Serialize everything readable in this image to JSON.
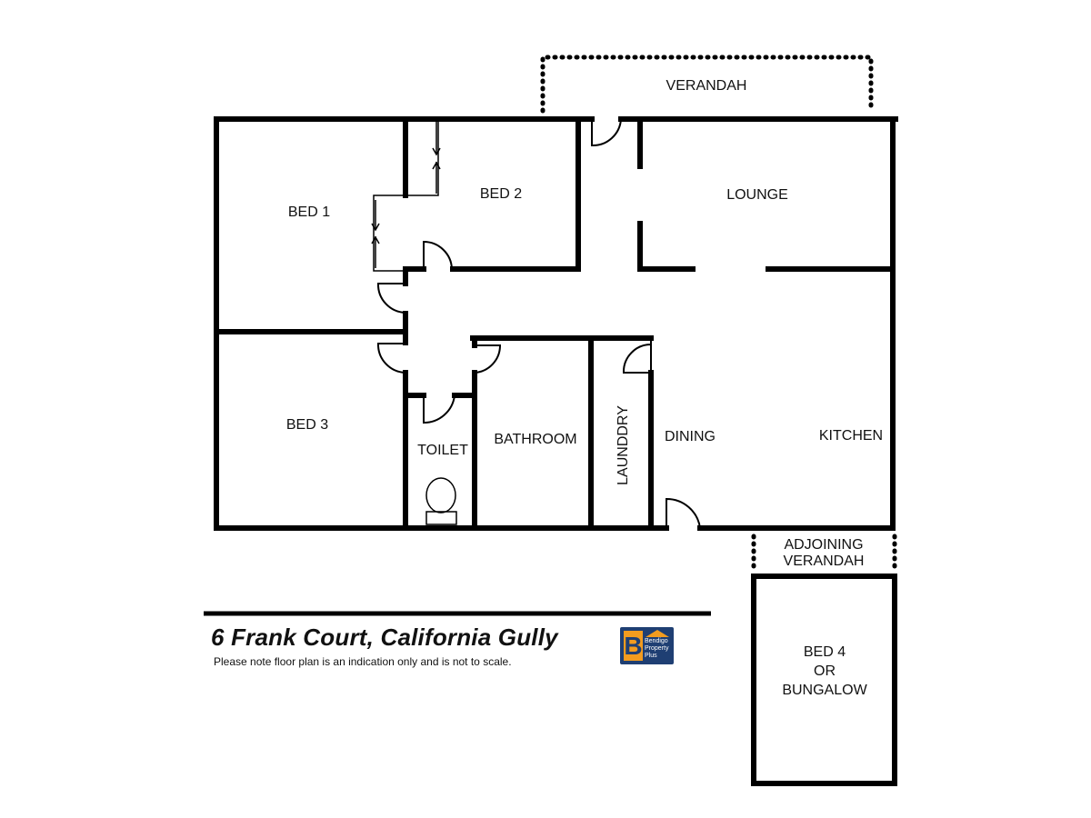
{
  "rooms": {
    "verandah": "VERANDAH",
    "bed1": "BED 1",
    "bed2": "BED 2",
    "lounge": "LOUNGE",
    "bed3": "BED 3",
    "toilet": "TOILET",
    "bathroom": "BATHROOM",
    "laundry": "LAUNDDRY",
    "dining": "DINING",
    "kitchen": "KITCHEN",
    "adjoining_verandah_line1": "ADJOINING",
    "adjoining_verandah_line2": "VERANDAH",
    "bed4_line1": "BED 4",
    "bed4_line2": "OR",
    "bed4_line3": "BUNGALOW"
  },
  "footer": {
    "address": "6 Frank Court, California Gully",
    "disclaimer": "Please note floor plan is an indication only and is not to scale."
  },
  "logo": {
    "letter": "B",
    "text_line1": "Bendigo",
    "text_line2": "Property",
    "text_line3": "Plus",
    "primary_color": "#1f3f73",
    "accent_color": "#f39c1f"
  },
  "colors": {
    "walls": "#000000",
    "background": "#ffffff"
  }
}
